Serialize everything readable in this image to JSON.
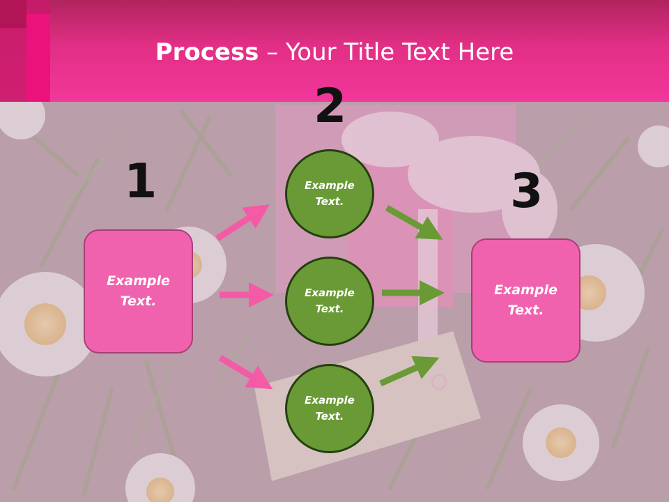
{
  "title": {
    "bold": "Process",
    "rest": " – Your Title Text Here"
  },
  "steps": {
    "one": "1",
    "two": "2",
    "three": "3"
  },
  "left_box": {
    "line1": "Example",
    "line2": "Text."
  },
  "circles": [
    {
      "line1": "Example",
      "line2": "Text."
    },
    {
      "line1": "Example",
      "line2": "Text."
    },
    {
      "line1": "Example",
      "line2": "Text."
    }
  ],
  "right_box": {
    "line1": "Example",
    "line2": "Text."
  },
  "colors": {
    "banner": "#e22f86",
    "box": "#f062ad",
    "circle": "#6a9a36",
    "pink_arrow": "#f45aa6",
    "green_arrow": "#6a9a36"
  }
}
